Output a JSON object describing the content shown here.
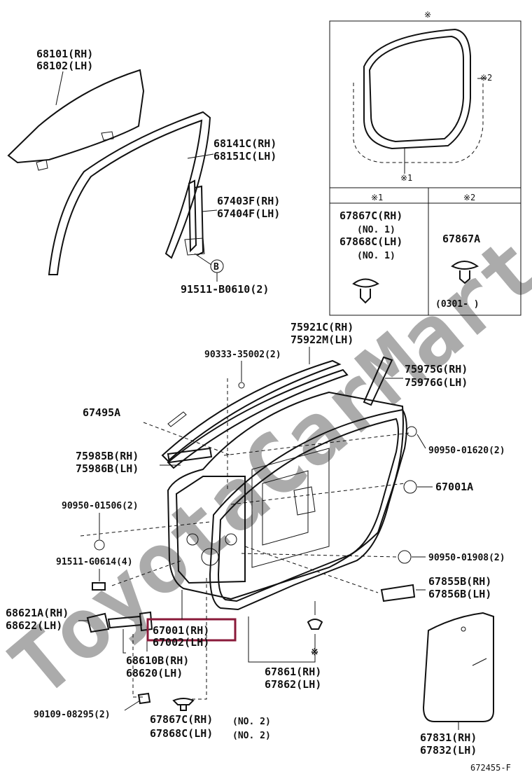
{
  "watermark": "ToyotaCarMart.ru",
  "inset": {
    "marker": "※",
    "marker1": "※1",
    "marker2": "※2",
    "col1_header": "※1",
    "col2_header": "※2",
    "col1_l1": "67867C(RH)",
    "col1_l2": "(NO. 1)",
    "col1_l3": "67868C(LH)",
    "col1_l4": "(NO. 1)",
    "col2_l1": "67867A",
    "col2_l2": "(0301- )"
  },
  "labels": {
    "glass_1": "68101(RH)",
    "glass_2": "68102(LH)",
    "run_1": "68141C(RH)",
    "run_2": "68151C(LH)",
    "frame_1": "67403F(RH)",
    "frame_2": "67404F(LH)",
    "bolt_b": "91511-B0610(2)",
    "b_marker": "B",
    "belt_1": "75921C(RH)",
    "belt_2": "75922M(LH)",
    "clip": "90333-35002(2)",
    "mold_1": "75975G(RH)",
    "mold_2": "75976G(LH)",
    "tape": "67495A",
    "garn_1": "75985B(RH)",
    "garn_2": "75986B(LH)",
    "plug1": "90950-01620(2)",
    "plug2": "90950-01506(2)",
    "panel_plug": "67001A",
    "bolt_g": "91511-G0614(4)",
    "plug3": "90950-01908(2)",
    "pad_1": "67855B(RH)",
    "pad_2": "67856B(LH)",
    "check_1": "68621A(RH)",
    "check_2": "68622(LH)",
    "door_1": "67001(RH)",
    "door_2": "67002(LH)",
    "hinge_1": "68610B(RH)",
    "hinge_2": "68620(LH)",
    "ws_1": "67861(RH)",
    "ws_2": "67862(LH)",
    "screw": "90109-08295(2)",
    "clip2_1": "67867C(RH)",
    "clip2_2": "67868C(LH)",
    "no2_a": "(NO. 2)",
    "no2_b": "(NO. 2)",
    "film_1": "67831(RH)",
    "film_2": "67832(LH)",
    "star_bottom": "※",
    "diagram_id": "672455-F"
  }
}
